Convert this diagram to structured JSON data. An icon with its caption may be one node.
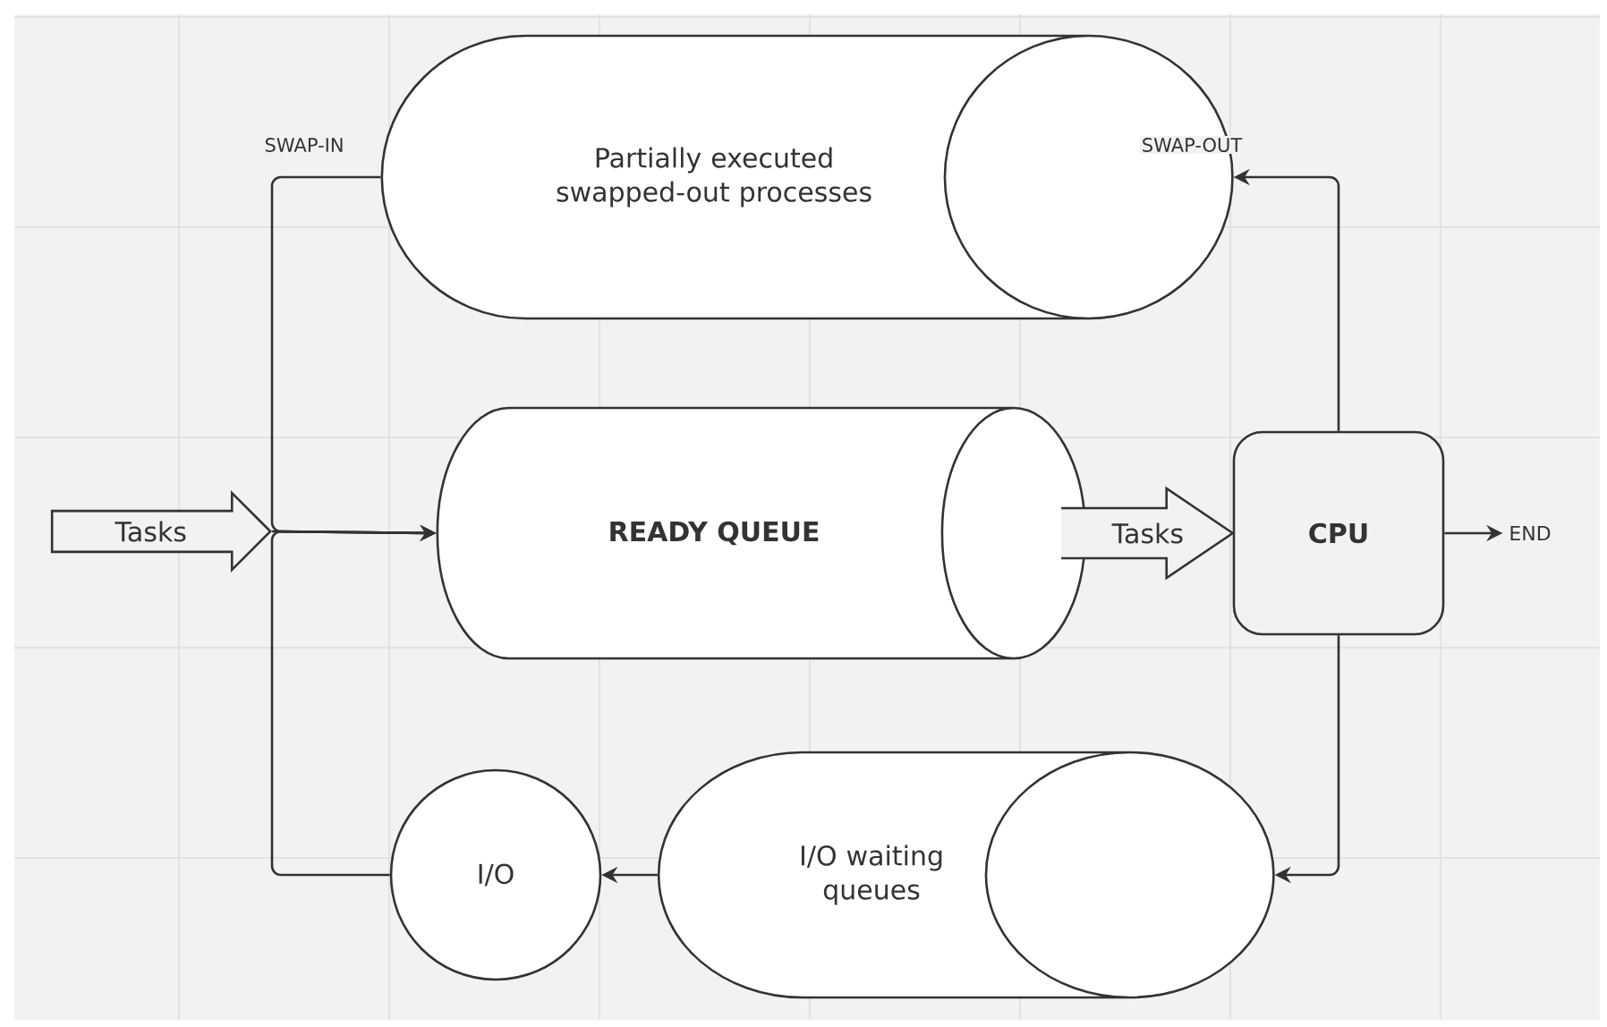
{
  "diagram": {
    "nodes": [
      {
        "text": [
          "Tasks"
        ]
      },
      {
        "text": [
          "Partially executed swapped-out processes"
        ]
      },
      {
        "text": [
          "READY QUEUE"
        ]
      },
      {
        "text": [
          "CPU"
        ]
      },
      {
        "text": [
          "END"
        ]
      },
      {
        "text": [
          "I/O waiting queues"
        ]
      },
      {
        "text": [
          "I/O"
        ]
      }
    ],
    "edges": [
      {
        "from": 0,
        "to": 2,
        "arrow": "to"
      },
      {
        "from": 1,
        "to": 2,
        "arrow": "to",
        "label": "SWAP-IN"
      },
      {
        "from": 6,
        "to": 2,
        "arrow": "to"
      },
      {
        "from": 2,
        "to": 3,
        "arrow": "to",
        "label": "Tasks"
      },
      {
        "from": 3,
        "to": 1,
        "arrow": "to",
        "label": "SWAP-OUT"
      },
      {
        "from": 3,
        "to": 5,
        "arrow": "to"
      },
      {
        "from": 5,
        "to": 6,
        "arrow": "to"
      },
      {
        "from": 3,
        "to": 4,
        "arrow": "to"
      }
    ]
  }
}
